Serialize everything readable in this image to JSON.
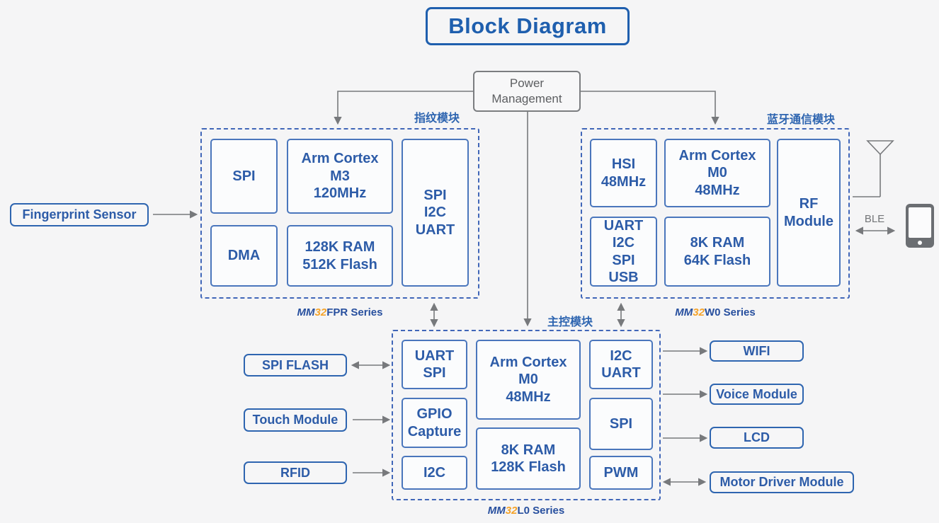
{
  "title": "Block Diagram",
  "power_management": "Power\nManagement",
  "modules": {
    "fingerprint": {
      "tag": "指纹模块",
      "series": {
        "mm": "MM",
        "num": "32",
        "rest": "FPR Series"
      },
      "blocks": {
        "spi": "SPI",
        "cpu": "Arm Cortex\nM3\n120MHz",
        "dma": "DMA",
        "mem": "128K RAM\n512K Flash",
        "periph": "SPI\nI2C\nUART"
      }
    },
    "bluetooth": {
      "tag": "蓝牙通信模块",
      "series": {
        "mm": "MM",
        "num": "32",
        "rest": "W0 Series"
      },
      "blocks": {
        "hsi": "HSI\n48MHz",
        "cpu": "Arm Cortex\nM0\n48MHz",
        "periph": "UART\nI2C\nSPI\nUSB",
        "mem": "8K RAM\n64K Flash",
        "rf": "RF\nModule"
      }
    },
    "main": {
      "tag": "主控模块",
      "series": {
        "mm": "MM",
        "num": "32",
        "rest": "L0 Series"
      },
      "blocks": {
        "uart_spi": "UART\nSPI",
        "gpio": "GPIO\nCapture",
        "i2c": "I2C",
        "cpu": "Arm Cortex\nM0\n48MHz",
        "mem": "8K RAM\n128K Flash",
        "i2c_uart": "I2C\nUART",
        "spi": "SPI",
        "pwm": "PWM"
      }
    }
  },
  "peripherals": {
    "fingerprint_sensor": "Fingerprint Sensor",
    "spi_flash": "SPI FLASH",
    "touch_module": "Touch Module",
    "rfid": "RFID",
    "wifi": "WIFI",
    "voice_module": "Voice Module",
    "lcd": "LCD",
    "motor_driver": "Motor Driver Module"
  },
  "ble_label": "BLE",
  "icons": {
    "antenna": "antenna-icon",
    "smartphone": "smartphone-icon"
  },
  "colors": {
    "accent_blue": "#2e65b0",
    "chip_text_blue": "#2d5ca8",
    "series_orange": "#f5a329",
    "connector_gray": "#77797c",
    "background": "#f5f5f6"
  }
}
